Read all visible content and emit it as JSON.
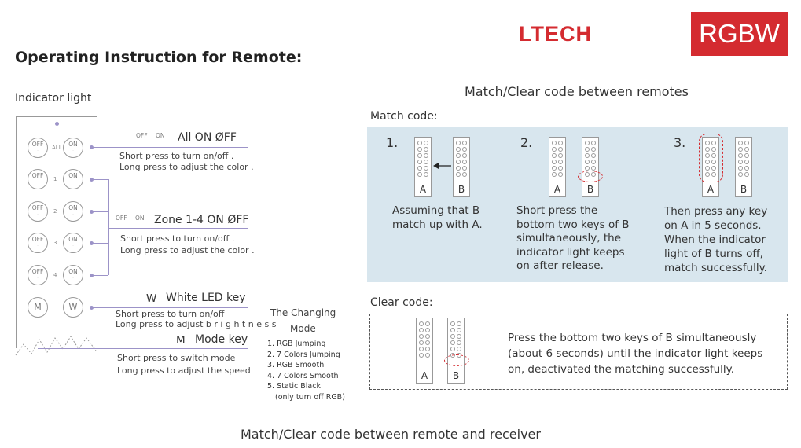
{
  "header": {
    "logo": "LTECH",
    "badge": "RGBW",
    "title": "Operating Instruction for Remote:"
  },
  "remote": {
    "indicator_label": "Indicator light",
    "rows": [
      {
        "left": "OFF",
        "right": "ON",
        "num": "ALL"
      },
      {
        "left": "OFF",
        "right": "ON",
        "num": "1"
      },
      {
        "left": "OFF",
        "right": "ON",
        "num": "2"
      },
      {
        "left": "OFF",
        "right": "ON",
        "num": "3"
      },
      {
        "left": "OFF",
        "right": "ON",
        "num": "4"
      }
    ],
    "bottom": {
      "m": "M",
      "w": "W"
    }
  },
  "annotations": {
    "all": {
      "off": "OFF",
      "on": "ON",
      "label": "All ON ØFF",
      "l1": "Short press to turn on/off .",
      "l2": "Long press to adjust the color ."
    },
    "zone": {
      "off": "OFF",
      "on": "ON",
      "label": "Zone 1-4  ON ØFF",
      "l1": "Short press to turn on/off .",
      "l2": "Long press to adjust the color ."
    },
    "white": {
      "key": "W",
      "label": "White LED key",
      "l1": "Short press to turn on/off",
      "l2": "Long press to adjust b r i g h t n e s s"
    },
    "mode": {
      "key": "M",
      "label": "Mode key",
      "l1": "Short press to switch mode",
      "l2": "Long press to adjust the speed"
    },
    "changing": {
      "title1": "The Changing",
      "title2": "Mode",
      "items": [
        "1. RGB Jumping",
        "2. 7 Colors Jumping",
        "3. RGB Smooth",
        "4. 7 Colors Smooth",
        "5. Static Black",
        "(only turn off RGB)"
      ]
    }
  },
  "match_clear": {
    "heading": "Match/Clear code between remotes",
    "match_label": "Match code:",
    "steps": [
      {
        "num": "1.",
        "text": [
          "Assuming that B",
          "match up with A."
        ]
      },
      {
        "num": "2.",
        "text": [
          "Short press the",
          "bottom two keys of B",
          "simultaneously, the",
          "indicator light keeps",
          "on after release."
        ]
      },
      {
        "num": "3.",
        "text": [
          "Then press any key",
          "on A in 5 seconds.",
          "When the indicator",
          "light of B turns off,",
          "match successfully."
        ]
      }
    ],
    "clear_label": "Clear code:",
    "clear_text": [
      "Press the bottom two keys of B simultaneously",
      "(about 6 seconds) until the indicator light keeps",
      "on, deactivated the matching successfully."
    ],
    "a": "A",
    "b": "B"
  },
  "footer": "Match/Clear code between remote and receiver",
  "colors": {
    "brand_red": "#d42b30",
    "panel_blue": "#d8e6ee",
    "connector": "#9c93c8"
  }
}
